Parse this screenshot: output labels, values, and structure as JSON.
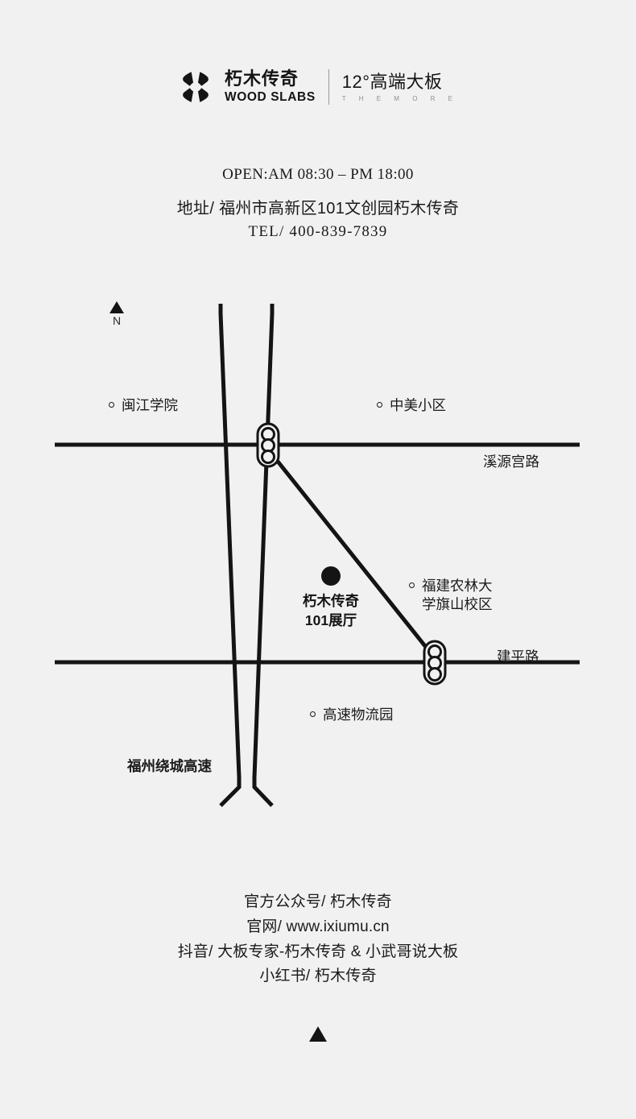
{
  "brand": {
    "logo_icon": "pinwheel-logo-icon",
    "name_cn": "朽木传奇",
    "name_en": "WOOD SLABS",
    "tagline_cn": "12°高端大板",
    "tagline_en": "T H E   M O R E"
  },
  "contact": {
    "hours": "OPEN:AM 08:30 – PM 18:00",
    "address": "地址/ 福州市高新区101文创园朽木传奇",
    "tel": "TEL/ 400-839-7839"
  },
  "map": {
    "compass": {
      "icon": "north-arrow-icon",
      "label": "N"
    },
    "venue": {
      "marker_icon": "location-dot-icon",
      "line1": "朽木传奇",
      "line2": "101展厅"
    },
    "pois": [
      {
        "name": "闽江学院"
      },
      {
        "name": "中美小区"
      },
      {
        "name": "福建农林大",
        "name2": "学旗山校区"
      },
      {
        "name": "高速物流园"
      }
    ],
    "roads": [
      {
        "name": "溪源宫路"
      },
      {
        "name": "建平路"
      },
      {
        "name": "福州绕城高速"
      }
    ],
    "signals": [
      {
        "icon": "traffic-light-icon"
      },
      {
        "icon": "traffic-light-icon"
      }
    ]
  },
  "footer": {
    "lines": [
      "官方公众号/ 朽木传奇",
      "官网/ www.ixiumu.cn",
      "抖音/ 大板专家-朽木传奇 & 小武哥说大板",
      "小红书/ 朽木传奇"
    ],
    "scroll_icon": "scroll-up-triangle-icon"
  },
  "colors": {
    "background": "#f1f1f1",
    "ink": "#141414",
    "muted": "#8d8d8d"
  }
}
